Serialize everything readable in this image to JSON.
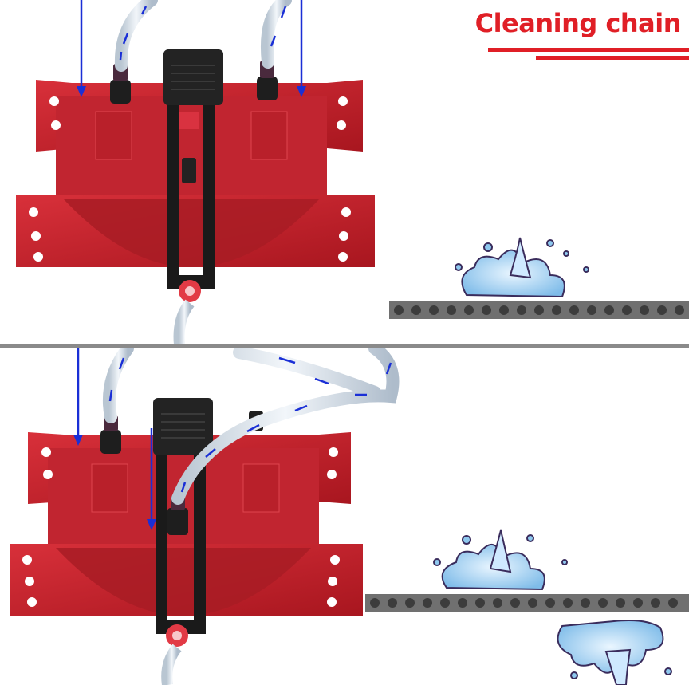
{
  "header": {
    "title": "Cleaning chain"
  },
  "colors": {
    "title_red": "#e01f26",
    "device_red": "#c9242d",
    "arrow_blue": "#1a2fd6",
    "splash_blue": "#8ec8ee",
    "divider_gray": "#8a8a8a"
  },
  "icons": {
    "device": "chain-cleaner-device",
    "splash": "water-splash-icon",
    "chain": "roller-chain",
    "arrow": "flow-arrow"
  }
}
